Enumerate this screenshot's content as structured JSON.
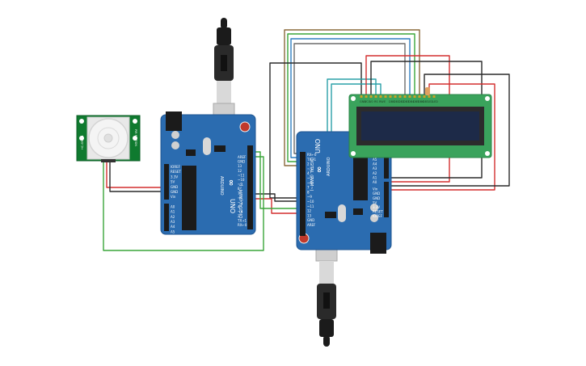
{
  "arduino_left": {
    "logo": "∞",
    "model": "UNO",
    "brand": "ARDUINO",
    "header_labels": [
      "AREF",
      "GND",
      "13",
      "12",
      "~11",
      "~10",
      "~9",
      "8",
      "7",
      "~6",
      "~5",
      "4",
      "~3",
      "2",
      "TX→1",
      "RX←0"
    ],
    "power_labels": [
      "IOREF",
      "RESET",
      "3.3V",
      "5V",
      "GND",
      "GND",
      "Vin"
    ],
    "analog_labels": [
      "A0",
      "A1",
      "A2",
      "A3",
      "A4",
      "A5"
    ],
    "digital_caption": "DIGITAL (PWM~)",
    "power_caption": "POWER",
    "analog_caption": "ANALOG IN"
  },
  "arduino_right": {
    "logo": "∞",
    "model": "UNO",
    "brand": "ARDUINO",
    "header_labels": [
      "RX←0",
      "TX→1",
      "2",
      "~3",
      "4",
      "~5",
      "~6",
      "7",
      "8",
      "~9",
      "~10",
      "~11",
      "12",
      "13",
      "GND",
      "AREF"
    ],
    "power_labels": [
      "Vin",
      "GND",
      "GND",
      "5V",
      "3.3V",
      "RESET",
      "IOREF"
    ],
    "analog_labels": [
      "A5",
      "A4",
      "A3",
      "A2",
      "A1",
      "A0"
    ],
    "digital_caption": "DIGITAL (PWM~)",
    "power_caption": "POWER",
    "analog_caption": "ANALOG IN"
  },
  "lcd": {
    "pin_labels": [
      "GND",
      "VCC",
      "V0",
      "RS",
      "RW",
      "E",
      "DB0",
      "DB1",
      "DB2",
      "DB3",
      "DB4",
      "DB5",
      "DB6",
      "DB7",
      "LED",
      "LED"
    ]
  },
  "pir": {
    "side_left": "HC-SR501",
    "side_right": "PIR MOTION"
  },
  "colors": {
    "board": "#2b6cb0",
    "board_dark": "#1f5590",
    "lcd_pcb": "#3aa35c",
    "lcd_screen": "#1d2a48",
    "pir_pcb": "#0f7a2f",
    "wire_red": "#d32f2f",
    "wire_black": "#2a2a2a",
    "wire_green": "#3aa63a",
    "wire_blue": "#2f7fc1",
    "wire_brown": "#8a6a3c",
    "wire_teal": "#2aa0a8"
  }
}
